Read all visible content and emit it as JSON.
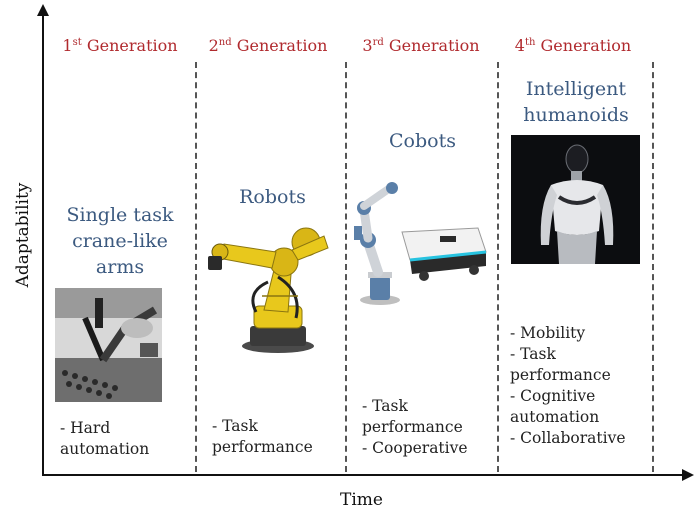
{
  "axes": {
    "y_label": "Adaptability",
    "x_label": "Time"
  },
  "generations": [
    {
      "ord": "1",
      "sup": "st",
      "word": "Generation",
      "category_lines": [
        "Single task",
        "crane-like",
        "arms"
      ],
      "bullets": [
        "- Hard",
        "automation"
      ],
      "image_icon": "crane-arm-photo"
    },
    {
      "ord": "2",
      "sup": "nd",
      "word": "Generation",
      "category_lines": [
        "Robots"
      ],
      "bullets": [
        "- Task",
        "performance"
      ],
      "image_icon": "industrial-robot-arm"
    },
    {
      "ord": "3",
      "sup": "rd",
      "word": "Generation",
      "category_lines": [
        "Cobots"
      ],
      "bullets": [
        "- Task",
        "performance",
        "- Cooperative"
      ],
      "image_icon": "cobot-mobile-platform"
    },
    {
      "ord": "4",
      "sup": "th",
      "word": "Generation",
      "category_lines": [
        "Intelligent",
        "humanoids"
      ],
      "bullets": [
        "- Mobility",
        "- Task",
        "performance",
        "- Cognitive",
        "automation",
        "- Collaborative"
      ],
      "image_icon": "humanoid-robot"
    }
  ],
  "colors": {
    "generation_title": "#b02a2e",
    "category_title": "#3c5a80",
    "robot_yellow": "#e8c81c",
    "cobot_blue": "#5a7fa8"
  }
}
